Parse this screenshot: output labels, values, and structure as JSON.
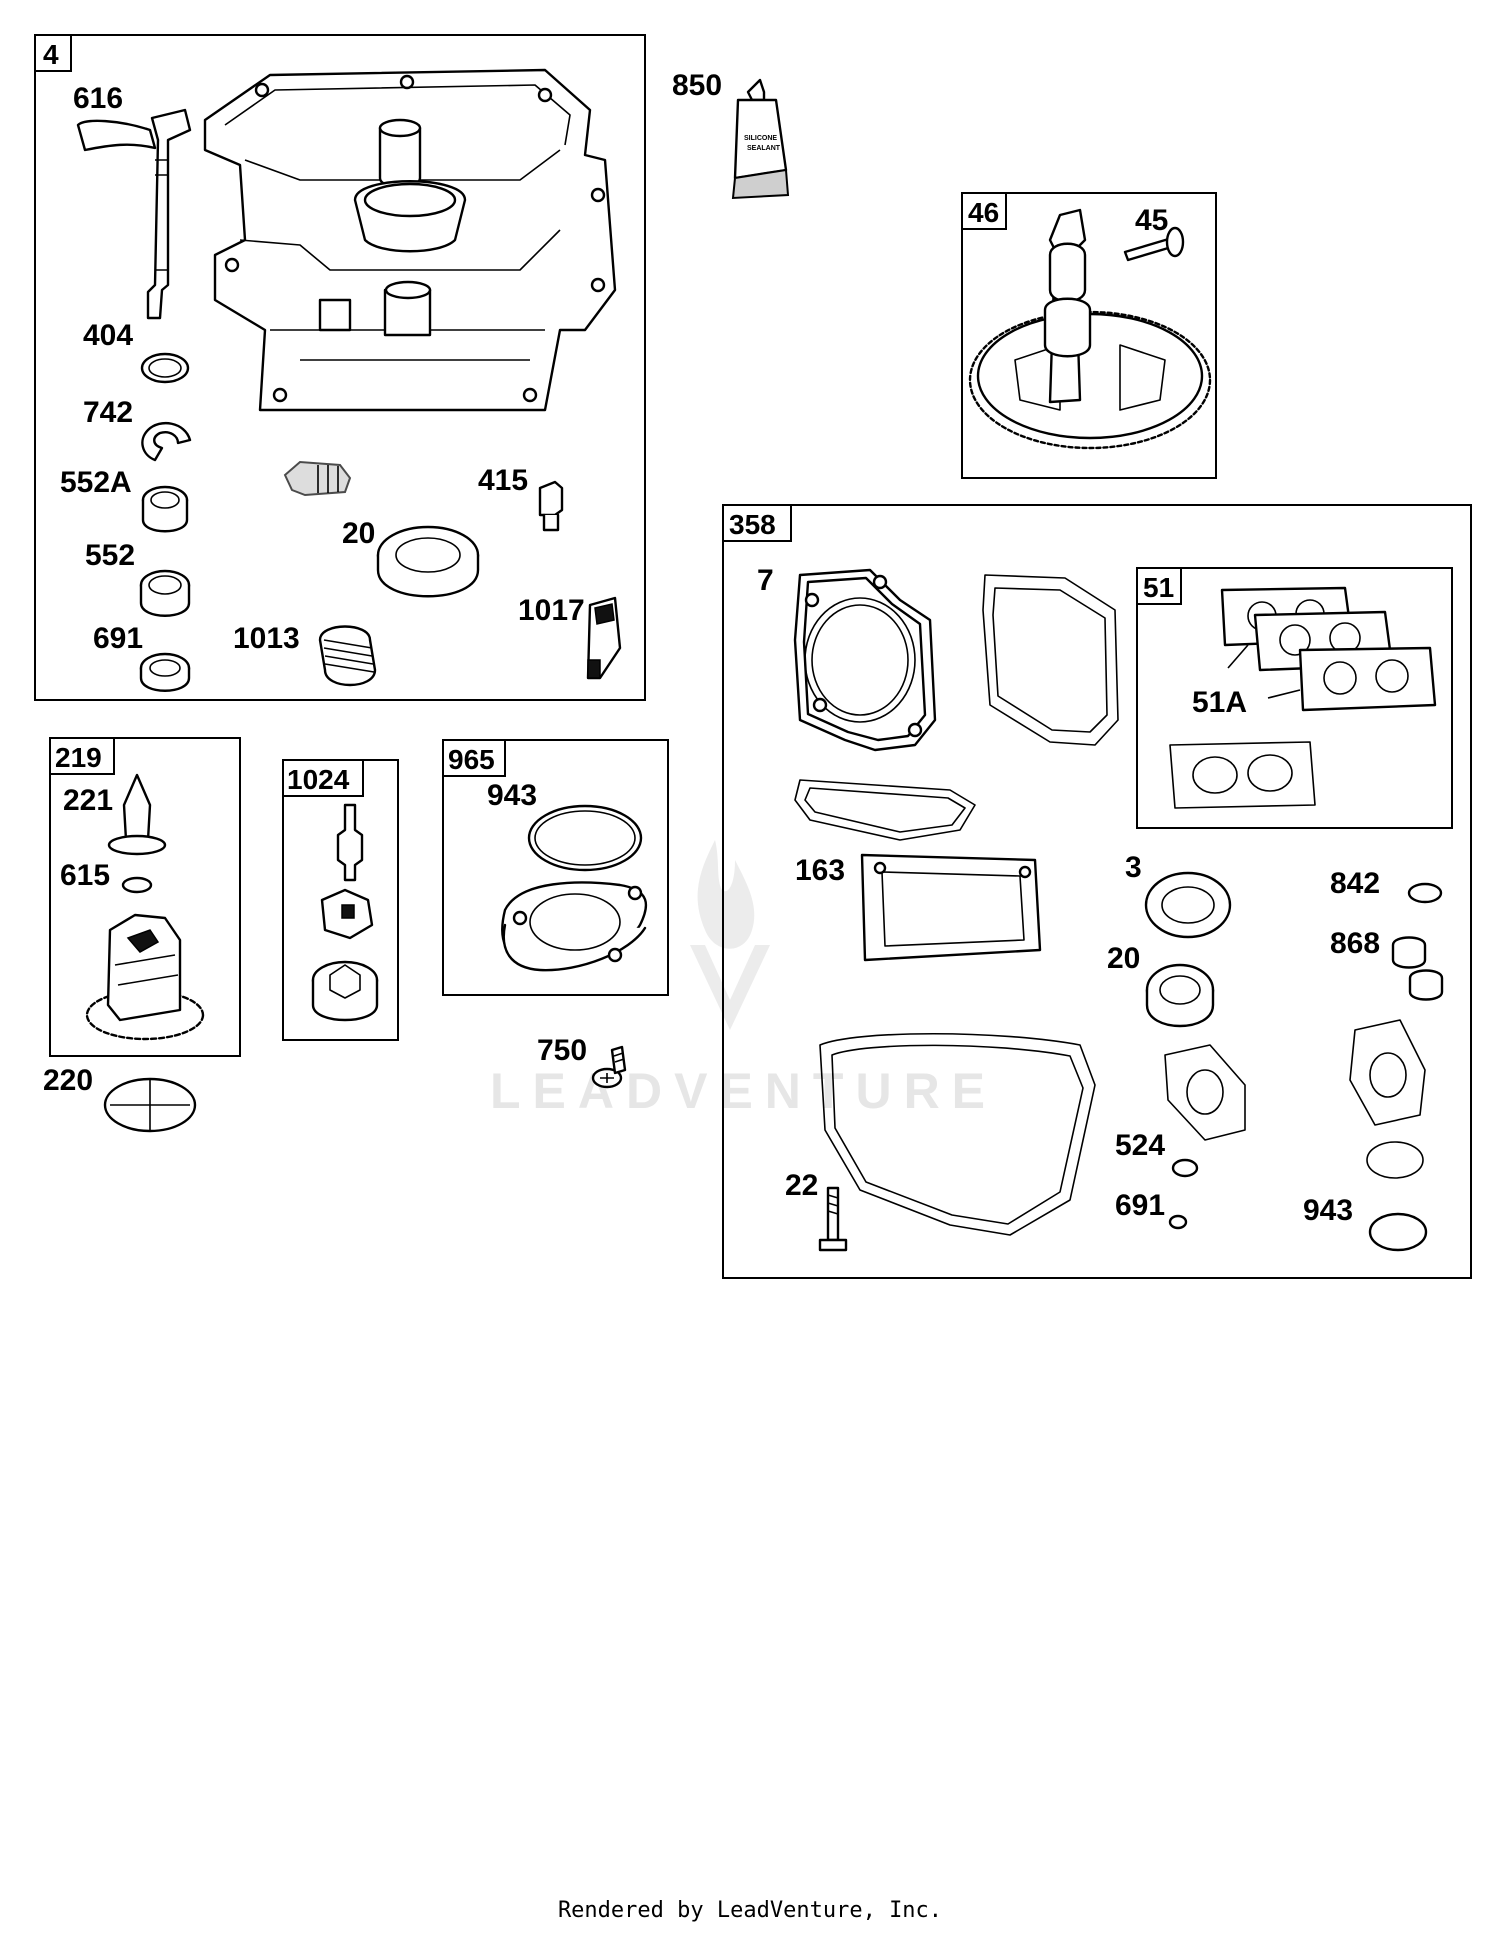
{
  "boxes": {
    "crankcase": "4",
    "camshaft": "46",
    "gasket_set": "358",
    "gasket_kit": "51",
    "governor": "219",
    "oil_pump": "1024",
    "cover": "965"
  },
  "labels": {
    "p616": "616",
    "p404": "404",
    "p742": "742",
    "p552a": "552A",
    "p552": "552",
    "p691": "691",
    "p415": "415",
    "p20": "20",
    "p1017": "1017",
    "p1013": "1013",
    "p850": "850",
    "p45": "45",
    "p7": "7",
    "p51a": "51A",
    "p163": "163",
    "p3": "3",
    "p20b": "20",
    "p842": "842",
    "p868": "868",
    "p524": "524",
    "p691b": "691",
    "p22": "22",
    "p943b": "943",
    "p221": "221",
    "p615": "615",
    "p220": "220",
    "p943": "943",
    "p750": "750"
  },
  "sealant_tube": {
    "line1": "SILICONE",
    "line2": "SEALANT"
  },
  "watermark": "LEADVENTURE",
  "footer": "Rendered by LeadVenture, Inc."
}
